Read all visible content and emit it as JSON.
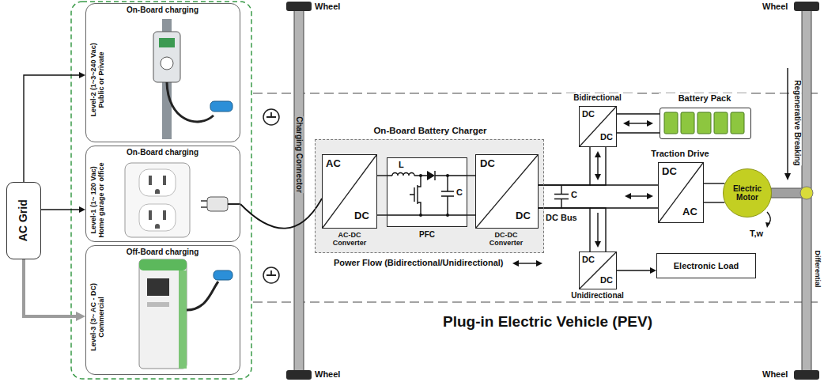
{
  "diagram": {
    "nodes": [
      {
        "text": [
          "AC Grid"
        ]
      },
      {
        "text": [
          "On-Board charging",
          "Level-2 (1~3~240 Vac) Public or Private"
        ]
      },
      {
        "text": [
          "On-Board charging",
          "Level-1 (1~ 120 Vac) Home garage or office"
        ]
      },
      {
        "text": [
          "Off-Board charging",
          "Level-3 (3~ AC - DC) Commercial"
        ]
      },
      {
        "text": [
          "On-Board Battery Charger"
        ]
      },
      {
        "text": [
          "AC",
          "DC",
          "AC-DC Converter"
        ],
        "in": 4
      },
      {
        "text": [
          "L",
          "C",
          "PFC"
        ],
        "in": 4
      },
      {
        "text": [
          "DC",
          "DC",
          "DC-DC Converter"
        ],
        "in": 4
      },
      {
        "text": [
          "Bidirectional",
          "DC",
          "DC"
        ]
      },
      {
        "text": [
          "Battery Pack"
        ]
      },
      {
        "text": [
          "Traction Drive",
          "DC",
          "AC"
        ]
      },
      {
        "text": [
          "Electric Motor"
        ]
      },
      {
        "text": [
          "DC",
          "DC",
          "Unidirectional"
        ]
      },
      {
        "text": [
          "Electronic Load"
        ]
      }
    ],
    "edges": [
      {
        "from": 0,
        "to": 1,
        "arrow": "to"
      },
      {
        "from": 0,
        "to": 2,
        "arrow": "to"
      },
      {
        "from": 0,
        "to": 3,
        "arrow": "to"
      },
      {
        "from": 2,
        "to": 5,
        "arrow": "none"
      },
      {
        "from": 5,
        "to": 6,
        "arrow": "none"
      },
      {
        "from": 6,
        "to": 7,
        "arrow": "none"
      },
      {
        "from": 7,
        "to": 10,
        "arrow": "both"
      },
      {
        "from": 7,
        "to": 8,
        "arrow": "both"
      },
      {
        "from": 7,
        "to": 12,
        "arrow": "to"
      },
      {
        "from": 8,
        "to": 9,
        "arrow": "both"
      },
      {
        "from": 12,
        "to": 13,
        "arrow": "to"
      },
      {
        "from": 10,
        "to": 11,
        "arrow": "none"
      }
    ],
    "labels": [
      "Wheel",
      "Wheel",
      "Charging Connector",
      "C",
      "DC Bus",
      "Power Flow (Bidirectional/Unidirectional)",
      "Wheel",
      "Wheel",
      "Regenerative Breaking",
      "T,w",
      "Differential",
      "Plug-in Electric Vehicle (PEV)"
    ]
  }
}
